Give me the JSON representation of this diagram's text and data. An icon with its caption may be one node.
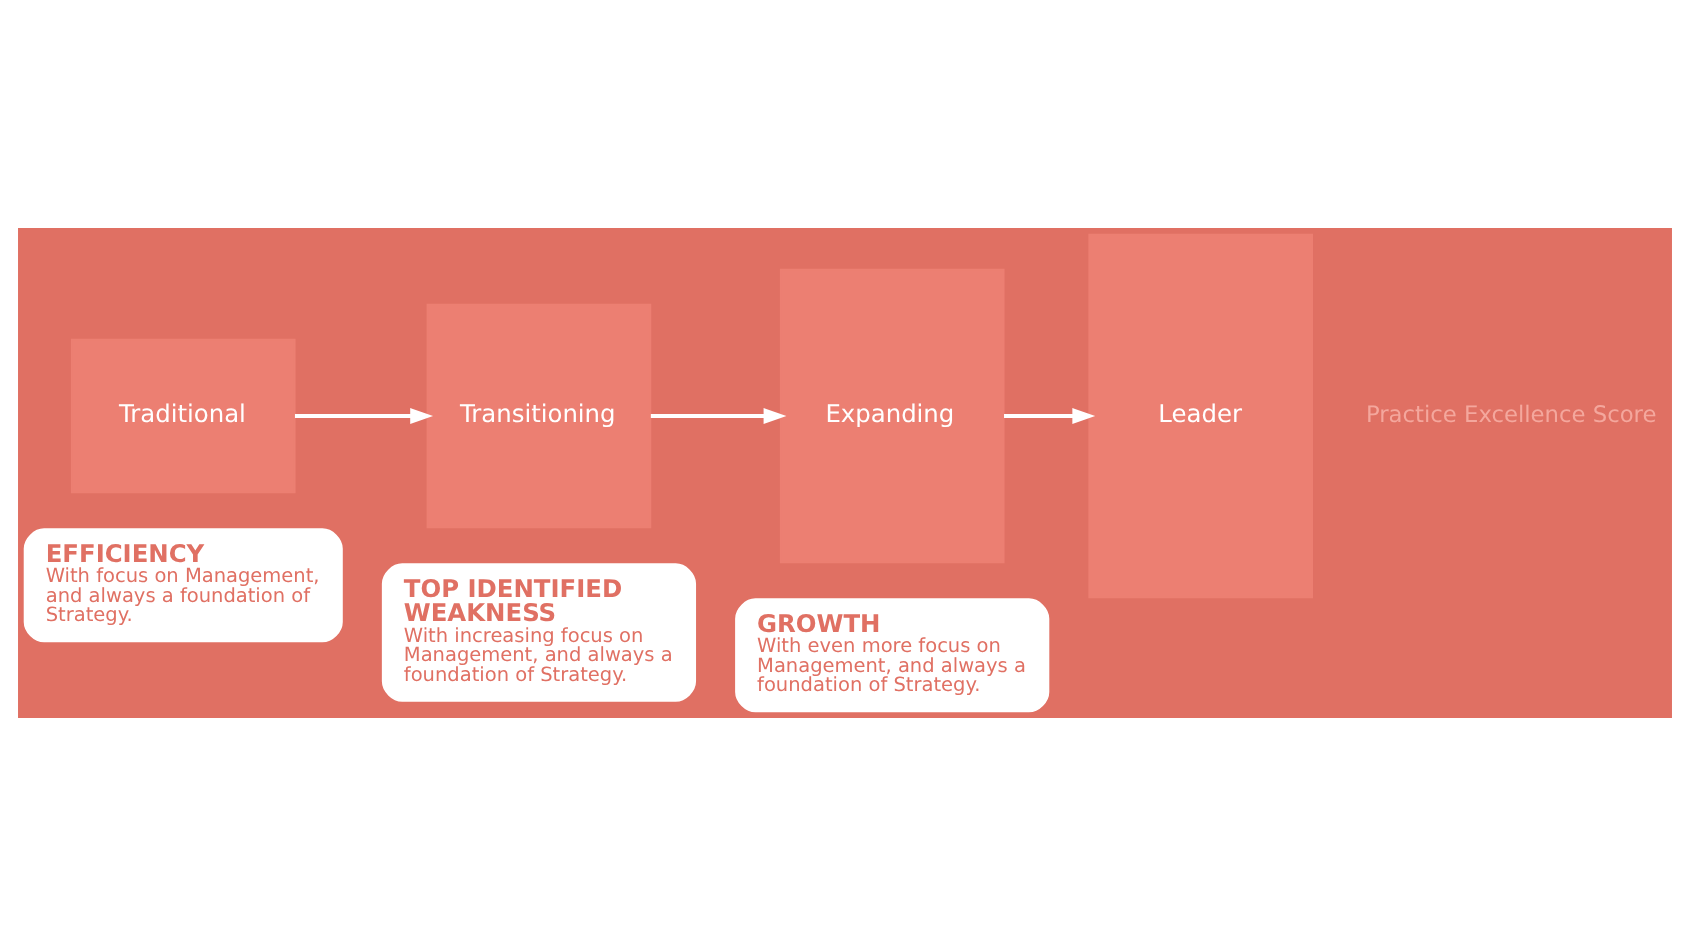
{
  "diagram": {
    "nodes": [
      {
        "text": [
          "Traditional"
        ]
      },
      {
        "text": [
          "Transitioning"
        ]
      },
      {
        "text": [
          "Expanding"
        ]
      },
      {
        "text": [
          "Leader"
        ]
      },
      {
        "text": [
          "EFFICIENCY",
          "With focus on Management, and always a foundation of Strategy."
        ]
      },
      {
        "text": [
          "TOP IDENTIFIED WEAKNESS",
          "With increasing focus on Management, and always a foundation of Strategy."
        ]
      },
      {
        "text": [
          "GROWTH",
          "With even more focus on Management, and always a foundation of Strategy."
        ]
      }
    ],
    "edges": [
      {
        "from": 0,
        "to": 1,
        "arrow": "to"
      },
      {
        "from": 1,
        "to": 2,
        "arrow": "to"
      },
      {
        "from": 2,
        "to": 3,
        "arrow": "to"
      }
    ],
    "labels": [
      "Practice Excellence Score"
    ]
  }
}
